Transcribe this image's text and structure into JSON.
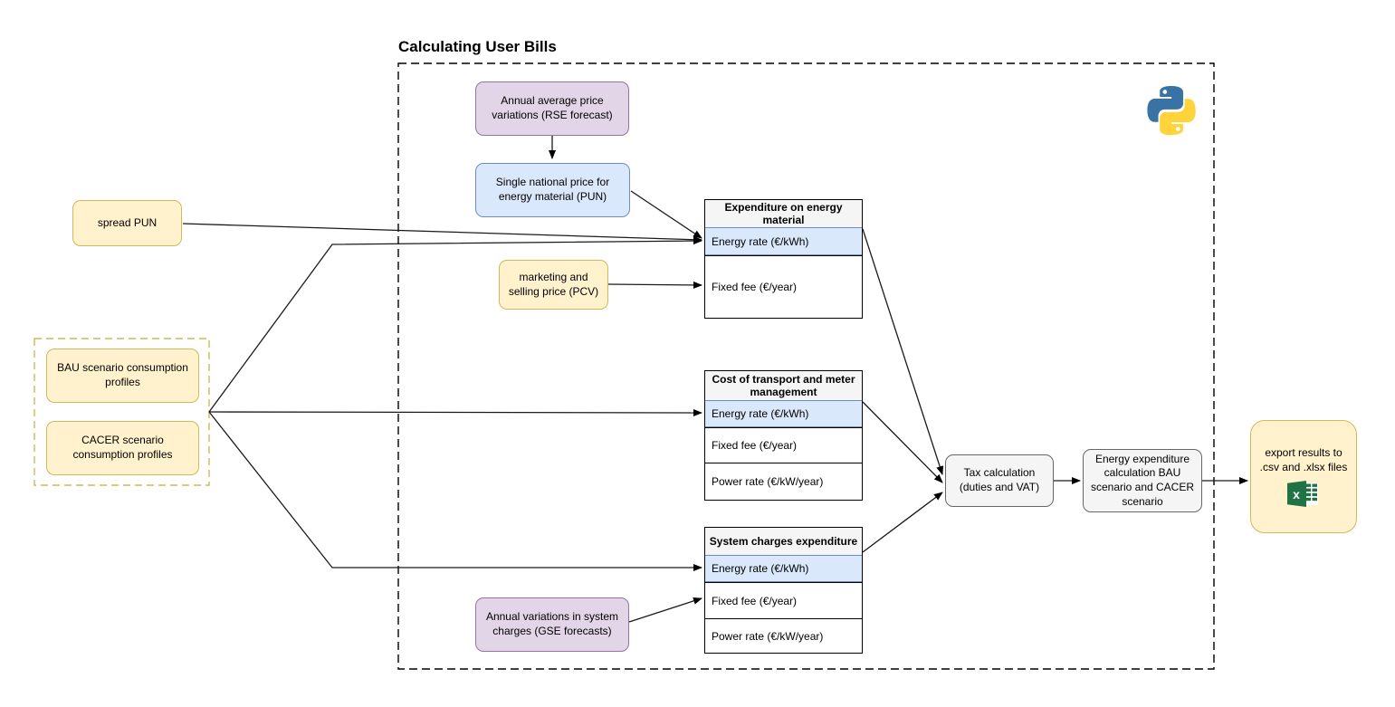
{
  "title": "Calculating User Bills",
  "nodes": {
    "rse_forecast": {
      "label": "Annual average price variations (RSE forecast)"
    },
    "pun": {
      "label": "Single national price for energy material (PUN)"
    },
    "spread_pun": {
      "label": "spread PUN"
    },
    "pcv": {
      "label": "marketing and selling price (PCV)"
    },
    "bau_profiles": {
      "label": "BAU scenario consumption profiles"
    },
    "cacer_profiles": {
      "label": "CACER scenario consumption profiles"
    },
    "gse_forecast": {
      "label": "Annual variations in system charges (GSE forecasts)"
    },
    "tax_calculation": {
      "label": "Tax calculation (duties and VAT)"
    },
    "energy_expenditure": {
      "label": "Energy expenditure calculation BAU scenario and CACER scenario"
    },
    "export_results": {
      "label": "export results to .csv and .xlsx files"
    }
  },
  "tables": {
    "energy_material": {
      "title": "Expenditure on energy material",
      "rows": [
        {
          "label": "Energy rate (€/kWh)",
          "highlighted": true
        },
        {
          "label": "Fixed fee (€/year)",
          "highlighted": false
        }
      ]
    },
    "transport": {
      "title": "Cost of transport and meter management",
      "rows": [
        {
          "label": "Energy rate (€/kWh)",
          "highlighted": true
        },
        {
          "label": "Fixed fee (€/year)",
          "highlighted": false
        },
        {
          "label": "Power rate (€/kW/year)",
          "highlighted": false
        }
      ]
    },
    "system_charges": {
      "title": "System charges expenditure",
      "rows": [
        {
          "label": "Energy rate (€/kWh)",
          "highlighted": true
        },
        {
          "label": "Fixed fee (€/year)",
          "highlighted": false
        },
        {
          "label": "Power rate (€/kW/year)",
          "highlighted": false
        }
      ]
    }
  },
  "icons": {
    "python": "python-logo",
    "excel": "excel-spreadsheet-icon"
  },
  "colors": {
    "yellow_fill": "#FFF2CC",
    "yellow_stroke": "#D6B656",
    "purple_fill": "#E1D5E7",
    "purple_stroke": "#9673A6",
    "blue_fill": "#DAE8FC",
    "blue_stroke": "#6C8EBF",
    "gray_fill": "#F5F5F5",
    "gray_stroke": "#666666",
    "table_header_fill": "#F5F5F5",
    "row_highlight_fill": "#DAE8FC",
    "row_highlight_stroke": "#6C8EBF",
    "edge_color": "#000000",
    "python_blue": "#3873A4",
    "python_yellow": "#FFD43B",
    "excel_green": "#217346"
  }
}
